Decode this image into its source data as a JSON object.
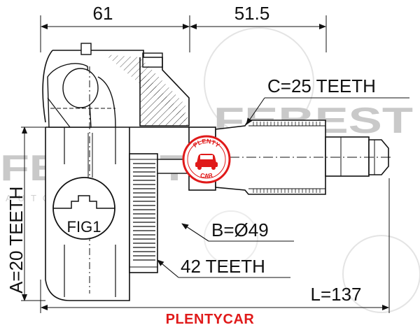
{
  "watermark": {
    "brand": "FEBEST",
    "subtitle": "AUTO PARTS"
  },
  "dimensions": {
    "top_left": "61",
    "top_right": "51.5",
    "shaft_spline": "C=25 TEETH",
    "outer_diameter": "B=Ø49",
    "abs_ring": "42 TEETH",
    "inner_spline": "A=20 TEETH",
    "total_length": "L=137"
  },
  "figure_label": "FIG1",
  "stamp": {
    "top_text": "PLENTY",
    "bottom_text": "CAR",
    "color": "#e01a1a"
  },
  "footer": {
    "brand": "PLENTYCAR",
    "color": "#e01a1a"
  }
}
